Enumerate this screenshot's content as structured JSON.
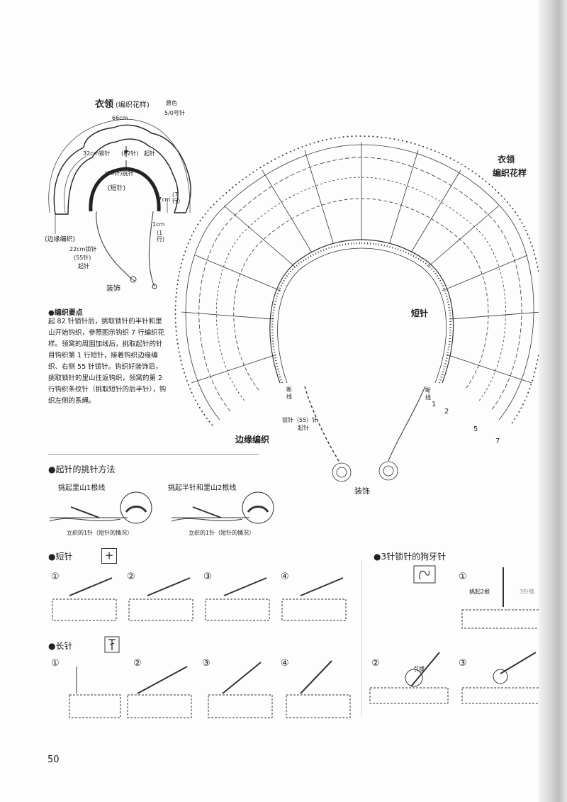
{
  "collar_schematic": {
    "title": "衣领",
    "subtitle": "(编织花样)",
    "color": "原色",
    "needle": "5/0号针",
    "width_66": "66cm",
    "chain_32": "32cm锁针",
    "chain_82": "(82针)",
    "cast_on": "起针",
    "pick_73": "(73针)挑针",
    "short_stitch": "(短针)",
    "h_7cm": "7cm",
    "rows_7": "(7行)",
    "h_1cm": "1cm",
    "rows_1": "(1行)",
    "edge_knit": "(边缘编织)",
    "chain_22": "22cm锁针",
    "chain_55": "(55针)",
    "cast_on_2": "起针",
    "decoration": "装饰"
  },
  "chart": {
    "label_collar": "衣领",
    "label_pattern": "编织花样",
    "label_short": "短针",
    "label_edge": "边缘编织",
    "label_decor": "装饰",
    "label_break": "断线",
    "label_break_right": "断线",
    "label_chain55": "锁针（55）针",
    "label_caston": "起针",
    "row_nums": [
      "1",
      "2",
      "5",
      "7"
    ]
  },
  "tips": {
    "heading": "●编织要点",
    "body": "起 82 针锁针后，挑取锁针的半针和里山开始钩织，参照图示钩织 7 行编织花样。领窝的周围加线后，挑取起针的针目钩织第 1 行短针，接着钩织边缘编织、右侧 55 针锁针。钩织好装饰后，挑取锁针的里山往返钩织，领窝的第 2 行钩织条纹针（挑取短针的后半针），钩织左侧的系绳。"
  },
  "pickup": {
    "heading": "●起针的挑针方法",
    "left_label": "挑起里山1根线",
    "right_label": "挑起半针和里山2根线",
    "left_caption": "立织的1针（短针的情况）",
    "right_caption": "立织的1针（短针的情况）"
  },
  "sc_section": {
    "heading": "●短针",
    "symbol": "+",
    "steps": [
      "①",
      "②",
      "③",
      "④"
    ]
  },
  "dc_section": {
    "heading": "●长针",
    "steps": [
      "①",
      "②",
      "③",
      "④"
    ]
  },
  "picot_section": {
    "heading": "●3针锁针的狗牙针",
    "step1": "①",
    "pick2": "挑起2根",
    "pick_chain": "3针锁",
    "step2": "②",
    "slip": "引拔",
    "step3": "③"
  },
  "page_number": "50"
}
